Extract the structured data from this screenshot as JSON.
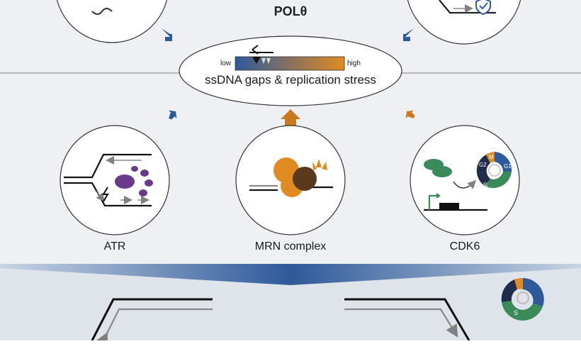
{
  "title": "POLθ",
  "stress_scale": {
    "low": "low",
    "high": "high"
  },
  "center_label": "ssDNA gaps & replication stress",
  "factors": [
    {
      "label": "ATR",
      "arrow_color": "#2e5a9a"
    },
    {
      "label": "MRN complex",
      "arrow_color": "#c97a1f"
    },
    {
      "label": "CDK6",
      "arrow_color": "#c97a1f"
    }
  ],
  "cell_cycle": {
    "phases": [
      "M",
      "G1",
      "S",
      "G2"
    ]
  },
  "colors": {
    "blue": "#2e5a9a",
    "orange": "#e08a22",
    "green": "#3a8a5a",
    "navy": "#1f2d4a",
    "purple": "#6a3a8a",
    "panel_bg": "#eef0f4"
  }
}
